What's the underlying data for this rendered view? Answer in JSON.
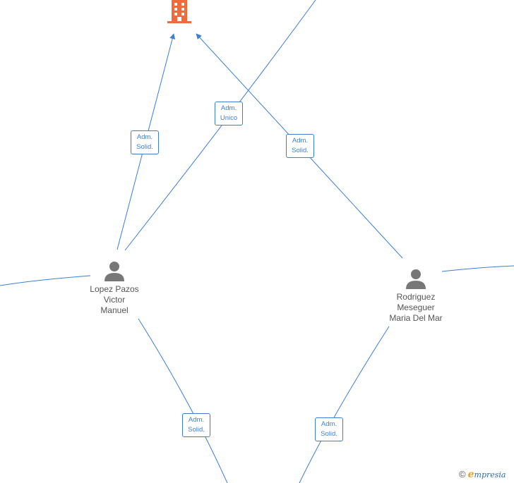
{
  "diagram": {
    "persons": [
      {
        "id": "lopez",
        "lines": [
          "Lopez Pazos",
          "Victor",
          "Manuel"
        ]
      },
      {
        "id": "rodriguez",
        "lines": [
          "Rodriguez",
          "Meseguer",
          "Maria Del Mar"
        ]
      }
    ],
    "roles": [
      {
        "id": "role-lopez-company",
        "lines": [
          "Adm.",
          "Solid."
        ]
      },
      {
        "id": "role-lopez-other-unico",
        "lines": [
          "Adm.",
          "Unico"
        ]
      },
      {
        "id": "role-rodriguez-company",
        "lines": [
          "Adm.",
          "Solid."
        ]
      },
      {
        "id": "role-lopez-bottom",
        "lines": [
          "Adm.",
          "Solid."
        ]
      },
      {
        "id": "role-rodriguez-bottom",
        "lines": [
          "Adm.",
          "Solid."
        ]
      }
    ],
    "colors": {
      "edge": "#3a7fd5",
      "company_icon": "#f26a3a",
      "person_icon": "#777777",
      "label_text": "#555555"
    },
    "icons": {
      "company": "building-icon",
      "person": "person-icon"
    }
  },
  "brand": {
    "copyright": "©",
    "logo_first": "e",
    "logo_rest": "mpresia"
  }
}
